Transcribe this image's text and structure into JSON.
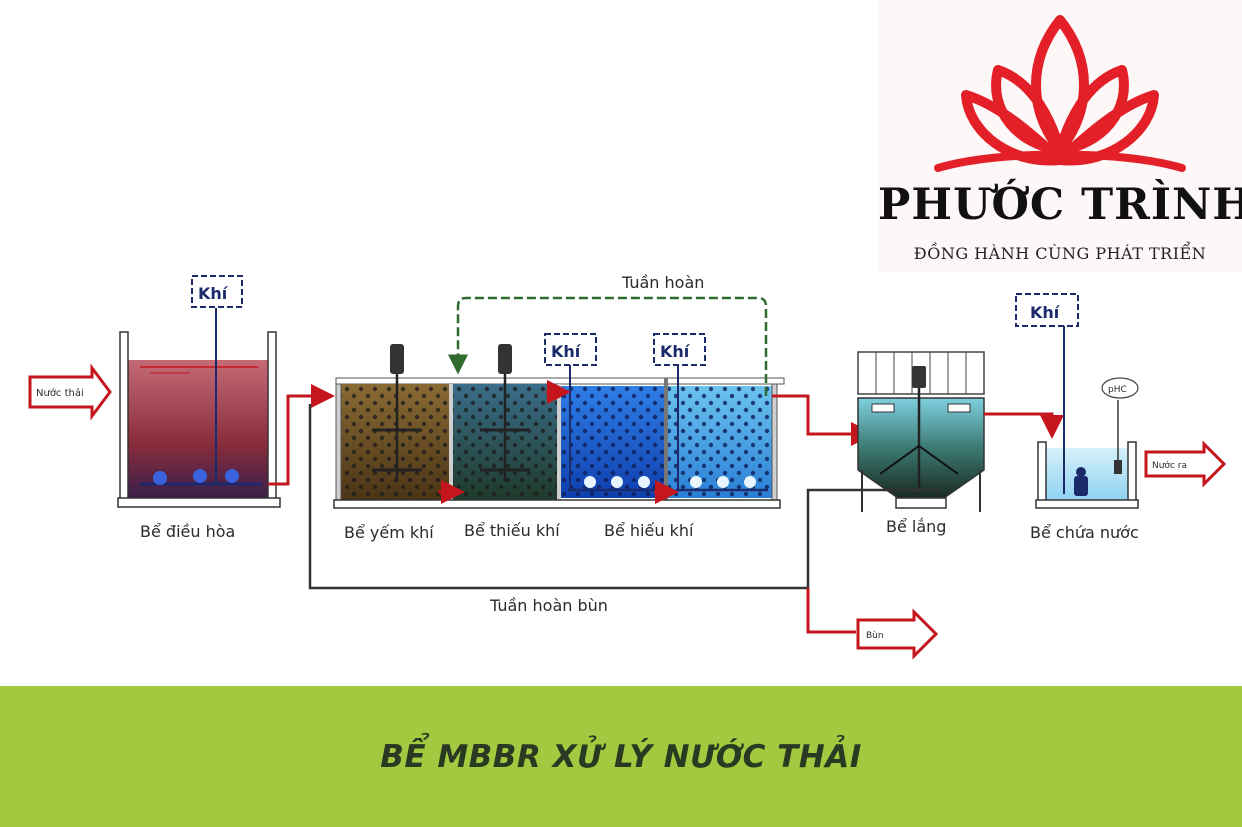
{
  "logo": {
    "name": "PHƯỚC TRÌNH",
    "tagline": "ĐỒNG HÀNH CÙNG PHÁT TRIỂN",
    "color": "#e32027"
  },
  "footer": {
    "title": "BỂ MBBR XỬ LÝ NƯỚC THẢI",
    "background": "#a3c940"
  },
  "diagram": {
    "inlet_label": "Nước thải",
    "outlet_label": "Nước ra",
    "sludge_label": "Bùn",
    "air_label": "Khí",
    "recirculation_label": "Tuần hoàn",
    "sludge_recirculation_label": "Tuần hoàn bùn",
    "ph_label": "pHC",
    "tanks": {
      "equalization": "Bể điều hòa",
      "anaerobic": "Bể yếm khí",
      "anoxic": "Bể thiếu khí",
      "aerobic": "Bể hiếu khí",
      "settling": "Bể lắng",
      "storage": "Bể chứa nước"
    },
    "colors": {
      "flow_arrow": "#c4161c",
      "recirculation_line": "#2f6b2f",
      "air_line": "#1b2a6b",
      "equalization_water": "#9b3b4a",
      "anaerobic_water": "#6b4a1e",
      "anoxic_water": "#2d4a5a",
      "aerobic_water": "#1e5fd6",
      "aerobic_light": "#3aa0e6"
    }
  }
}
